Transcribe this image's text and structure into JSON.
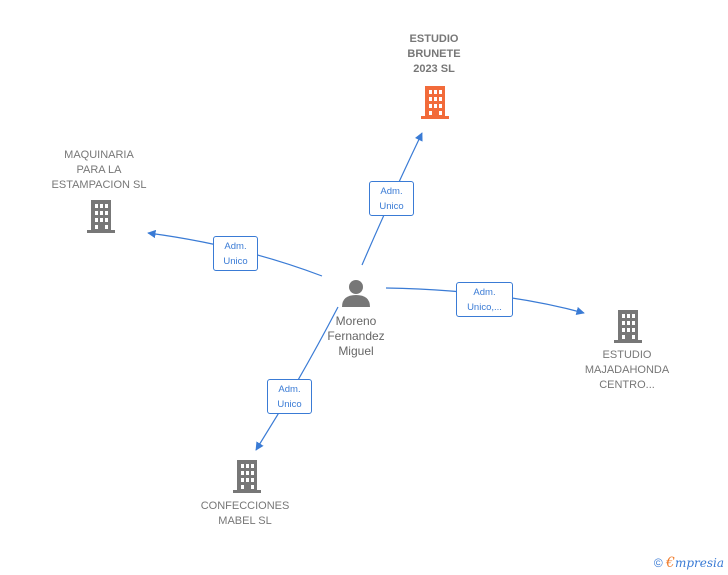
{
  "center": {
    "name": "Moreno\nFernandez\nMiguel",
    "icon": "person-icon"
  },
  "companies": [
    {
      "id": "estudio-brunete",
      "name": "ESTUDIO\nBRUNETE\n2023  SL",
      "color": "#f26b3a",
      "icon": "building-icon"
    },
    {
      "id": "maquinaria",
      "name": "MAQUINARIA\nPARA LA\nESTAMPACION SL",
      "color": "#777777",
      "icon": "building-icon"
    },
    {
      "id": "estudio-majadahonda",
      "name": "ESTUDIO\nMAJADAHONDA\nCENTRO...",
      "color": "#777777",
      "icon": "building-icon"
    },
    {
      "id": "confecciones",
      "name": "CONFECCIONES\nMABEL SL",
      "color": "#777777",
      "icon": "building-icon"
    }
  ],
  "relations": [
    {
      "label": "Adm.\nUnico"
    },
    {
      "label": "Adm.\nUnico"
    },
    {
      "label": "Adm.\nUnico,..."
    },
    {
      "label": "Adm.\nUnico"
    }
  ],
  "footer": {
    "copyright": "©",
    "brand_initial": "€",
    "brand_rest": "mpresia"
  },
  "colors": {
    "edge": "#3a7bd5",
    "highlight": "#f26b3a",
    "node": "#777777"
  }
}
